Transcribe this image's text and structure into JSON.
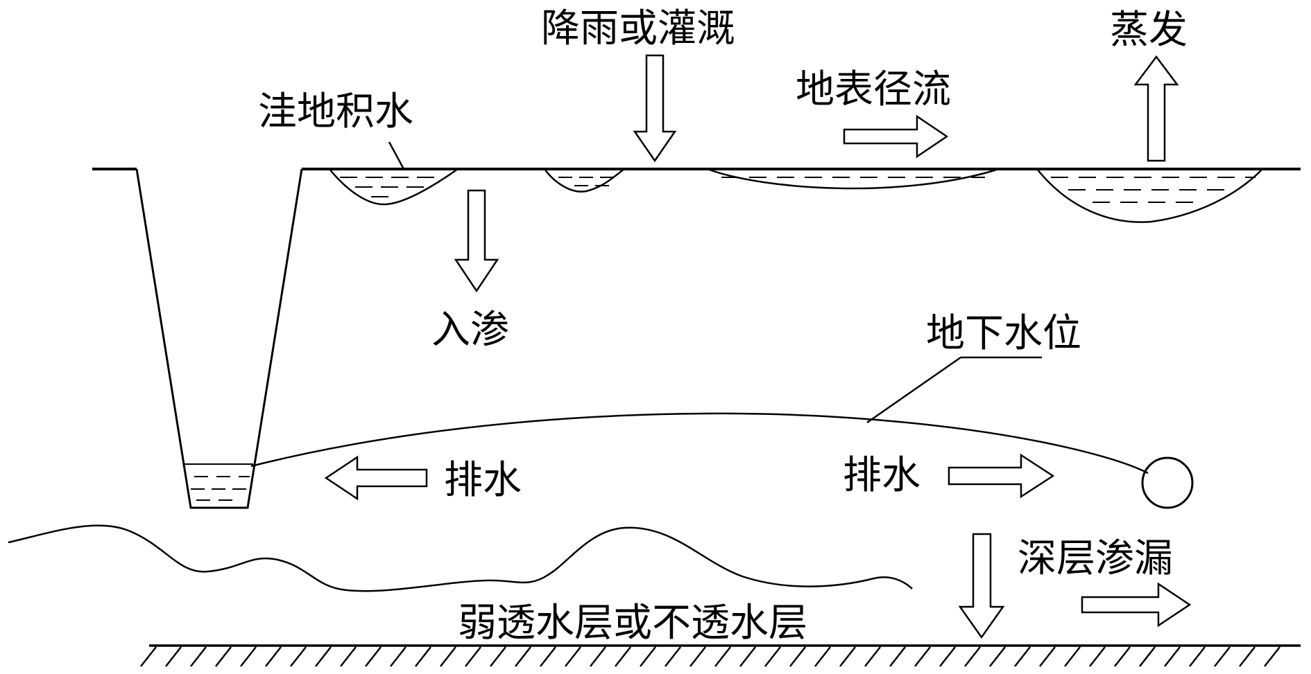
{
  "labels": {
    "rain": "降雨或灌溉",
    "evaporation": "蒸发",
    "surface_runoff": "地表径流",
    "ponding": "洼地积水",
    "infiltration": "入渗",
    "water_table": "地下水位",
    "drain_left": "排水",
    "drain_right": "排水",
    "deep_seepage": "深层渗漏",
    "aquitard": "弱透水层或不透水层"
  },
  "colors": {
    "stroke": "#000000",
    "background": "#ffffff"
  }
}
